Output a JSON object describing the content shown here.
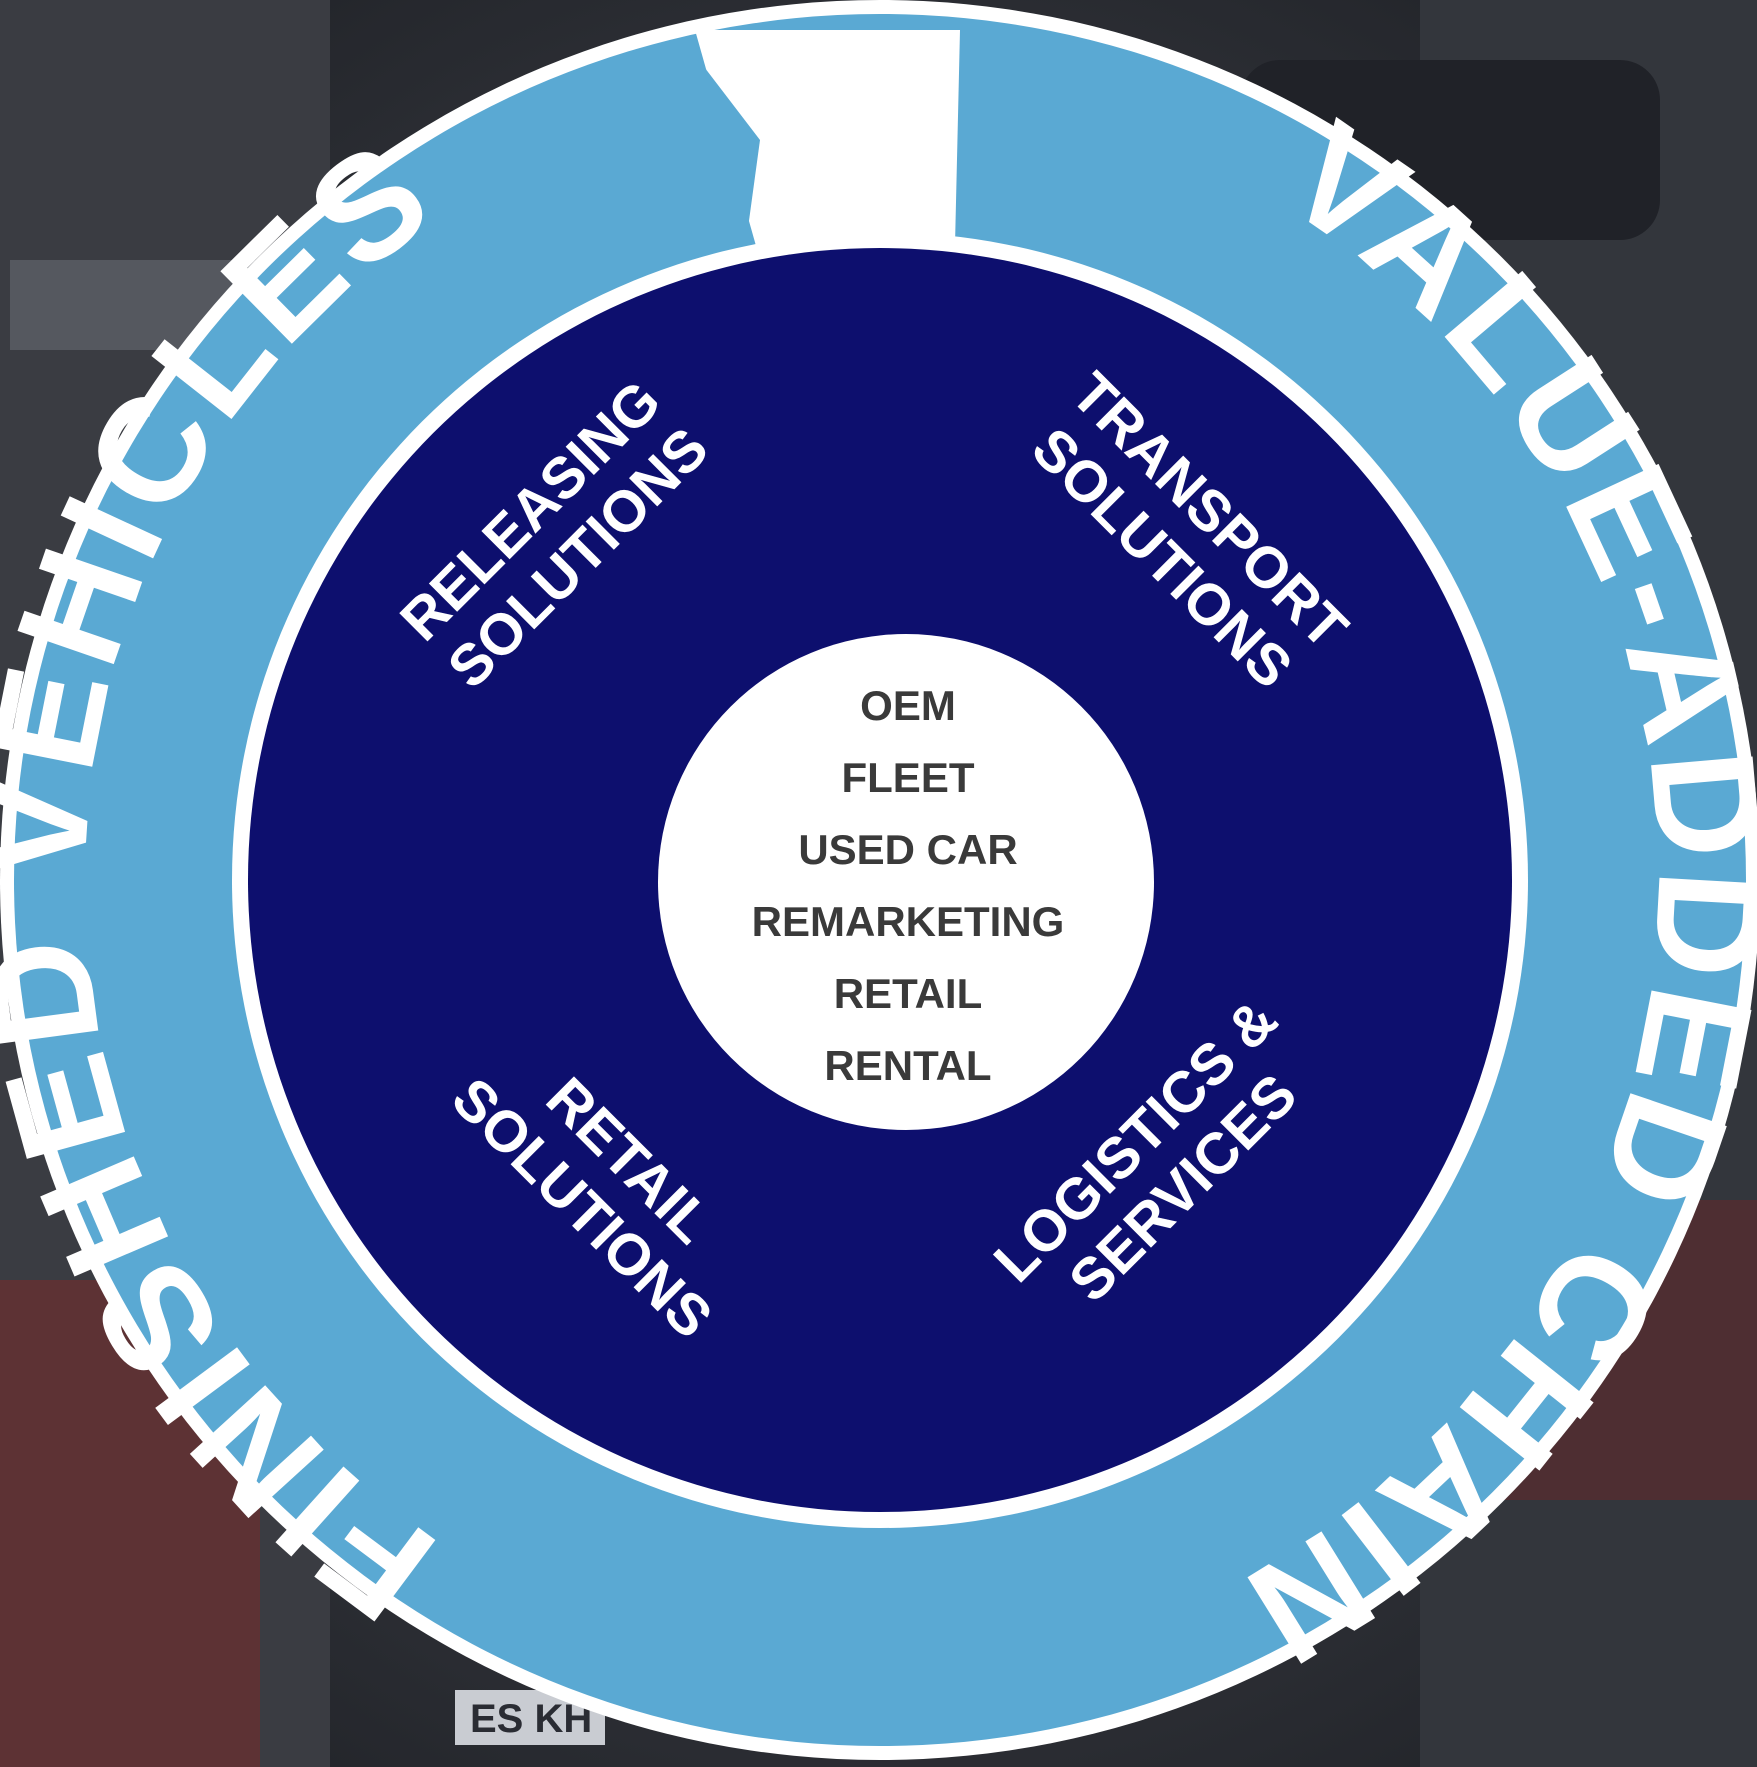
{
  "colors": {
    "ring_blue": "#5aa9d3",
    "inner_navy": "#0d0f6e",
    "white": "#ffffff",
    "center_text": "#3a3a3a",
    "background": "#2b2e34"
  },
  "ring": {
    "left_label": "FINISHED VEHICLES",
    "right_label": "VALUE-ADDED CHAIN"
  },
  "segments": {
    "top_left": {
      "line1": "RELEASING",
      "line2": "SOLUTIONS"
    },
    "top_right": {
      "line1": "TRANSPORT",
      "line2": "SOLUTIONS"
    },
    "bottom_left": {
      "line1": "RETAIL",
      "line2": "SOLUTIONS"
    },
    "bottom_right": {
      "line1": "LOGISTICS &",
      "line2": "SERVICES"
    }
  },
  "center": {
    "items": [
      "OEM",
      "FLEET",
      "USED CAR",
      "REMARKETING",
      "RETAIL",
      "RENTAL"
    ]
  },
  "background_plate": "ES KH"
}
